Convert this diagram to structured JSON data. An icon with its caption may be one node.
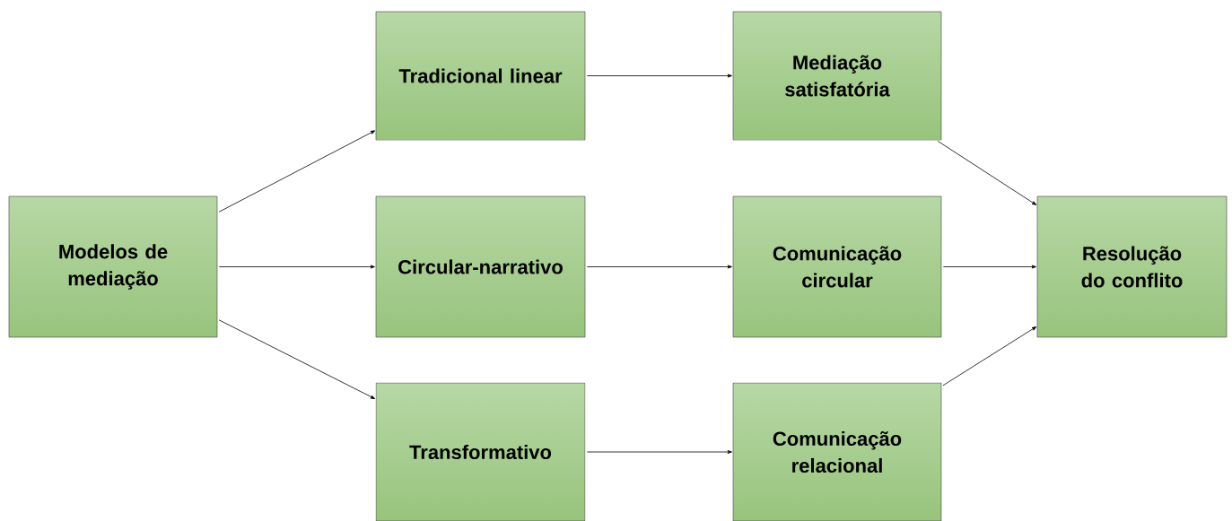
{
  "diagram": {
    "nodes": [
      {
        "text": [
          "Modelos de mediação"
        ]
      },
      {
        "text": [
          "Tradicional linear"
        ]
      },
      {
        "text": [
          "Circular-narrativo"
        ]
      },
      {
        "text": [
          "Transformativo"
        ]
      },
      {
        "text": [
          "Mediação satisfatória"
        ]
      },
      {
        "text": [
          "Comunicação circular"
        ]
      },
      {
        "text": [
          "Comunicação relacional"
        ]
      },
      {
        "text": [
          "Resolução do conflito"
        ]
      }
    ],
    "edges": [
      {
        "from": 0,
        "to": 1,
        "arrow": "to"
      },
      {
        "from": 0,
        "to": 2,
        "arrow": "to"
      },
      {
        "from": 0,
        "to": 3,
        "arrow": "to"
      },
      {
        "from": 1,
        "to": 4,
        "arrow": "to"
      },
      {
        "from": 2,
        "to": 5,
        "arrow": "to"
      },
      {
        "from": 3,
        "to": 6,
        "arrow": "to"
      },
      {
        "from": 4,
        "to": 7,
        "arrow": "to"
      },
      {
        "from": 5,
        "to": 7,
        "arrow": "to"
      },
      {
        "from": 6,
        "to": 7,
        "arrow": "to"
      }
    ]
  }
}
